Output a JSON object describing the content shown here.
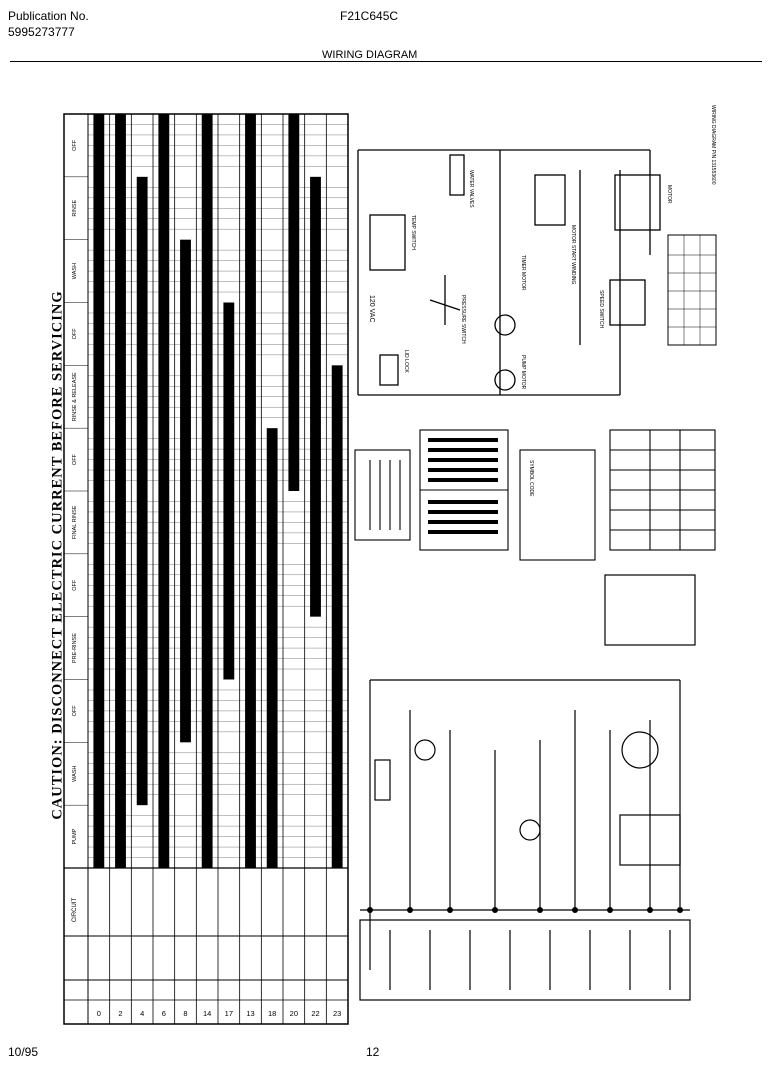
{
  "header": {
    "publication_label": "Publication No.",
    "publication_number": "5995273777",
    "model": "F21C645C",
    "title": "WIRING DIAGRAM"
  },
  "caution": "CAUTION: DISCONNECT ELECTRIC CURRENT BEFORE SERVICING",
  "timer_chart": {
    "row_numbers": [
      "0",
      "2",
      "4",
      "6",
      "8",
      "14",
      "17",
      "13",
      "18",
      "20",
      "22",
      "23"
    ],
    "column_groups": [
      "OFF",
      "RINSE",
      "WASH",
      "OFF",
      "RINSE & RELEASE",
      "OFF",
      "FINAL RINSE",
      "OFF",
      "PRE-RINSE",
      "OFF",
      "WASH",
      "PUMP"
    ],
    "circuit_header": "CIRCUIT"
  },
  "schematic": {
    "supply_voltage": "120 VAC",
    "components": [
      "WATER VALVES",
      "TEMP SWITCH",
      "PRESSURE SWITCH",
      "TIMER MOTOR",
      "PUMP MOTOR",
      "LID LOCK",
      "MOTOR START WINDING",
      "MOTOR",
      "SPEED SWITCH"
    ],
    "diagram_ref": "WIRING DIAGRAM P/N 131553600"
  },
  "legend_title": "SYMBOL CODE",
  "footer": {
    "date": "10/95",
    "page": "12"
  }
}
